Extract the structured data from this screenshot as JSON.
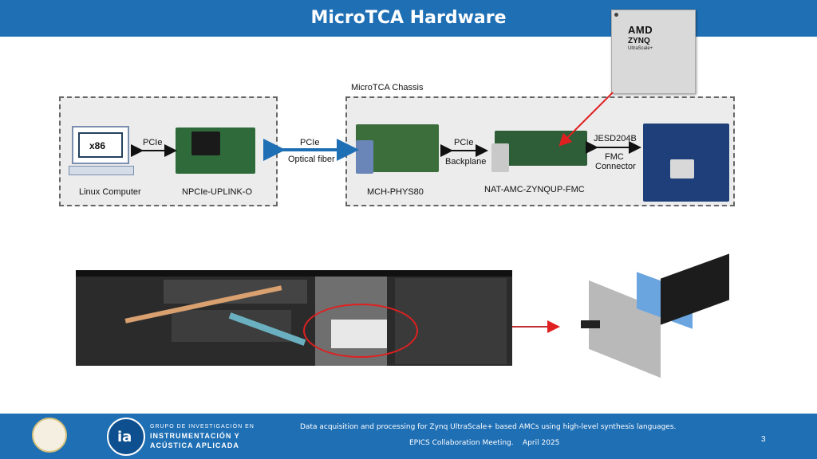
{
  "slide": {
    "title": "MicroTCA Hardware",
    "page_number": "3"
  },
  "chip": {
    "brand": "AMD",
    "product": "ZYNQ",
    "family": "UltraScale+"
  },
  "diagram": {
    "chassis_label": "MicroTCA Chassis",
    "host_cpu": "x86",
    "labels": {
      "pcie_left": "PCIe",
      "linux_computer": "Linux Computer",
      "npcie": "NPCIe-UPLINK-O",
      "pcie_mid": "PCIe",
      "optical_fiber": "Optical fiber",
      "mch": "MCH-PHYS80",
      "pcie_right": "PCIe",
      "backplane": "Backplane",
      "nat": "NAT-AMC-ZYNQUP-FMC",
      "jesd": "JESD204B",
      "fmc_line1": "FMC",
      "fmc_line2": "Connector"
    }
  },
  "footer": {
    "line1": "Data acquisition and processing for Zynq UltraScale+ based AMCs using high-level synthesis languages.",
    "line2": "EPICS Collaboration Meeting.    April 2025",
    "group_line1": "GRUPO DE INVESTIGACIÓN EN",
    "group_line2": "INSTRUMENTACIÓN Y",
    "group_line3": "ACÚSTICA APLICADA",
    "group_logo_text": "ia"
  },
  "colors": {
    "header": "#1f6fb5",
    "footer": "#1f6fb5",
    "arrow_blue": "#1f6fb5",
    "arrow_red": "#e02020"
  }
}
